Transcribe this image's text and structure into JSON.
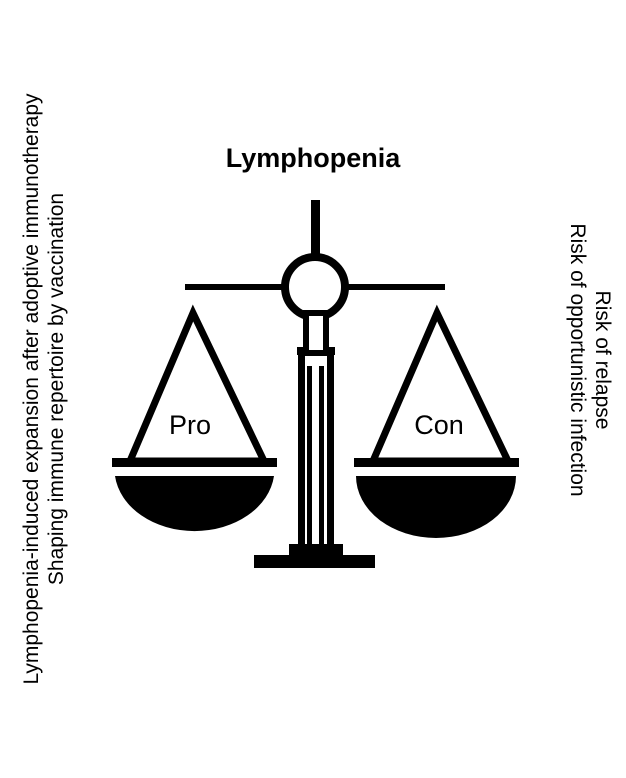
{
  "title": "Lymphopenia",
  "left_pan_label": "Pro",
  "right_pan_label": "Con",
  "pro_effects": [
    "Lymphopenia-induced expansion after adoptive immunotherapy",
    "Shaping immune repertoire by vaccination"
  ],
  "con_effects": [
    "Risk of relapse",
    "Risk of opportunistic infection"
  ],
  "colors": {
    "ink": "#000000",
    "background": "#ffffff"
  }
}
